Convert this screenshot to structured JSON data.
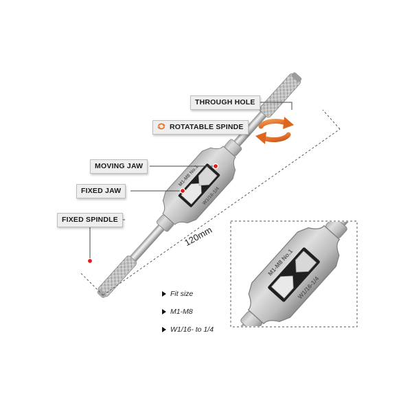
{
  "callouts": {
    "through_hole": "THROUGH HOLE",
    "rotatable_spindle": "ROTATABLE SPINDE",
    "moving_jaw": "MOVING JAW",
    "fixed_jaw": "FIXED JAW",
    "fixed_spindle": "FIXED SPINDLE"
  },
  "dimension": {
    "length": "120mm"
  },
  "specs": {
    "items": [
      "Fit size",
      "M1-M8",
      "W1/16- to 1/4"
    ]
  },
  "body_engraving": {
    "top": "M1-M8 No.1",
    "bottom": "W1/16-1/4"
  },
  "colors": {
    "callout_bg": "#eeeeee",
    "marker": "#e11b1b",
    "rotation_arrow": "#e8742a",
    "chrome": "#c9c9c9"
  },
  "icons": {
    "rotatable": "rotation-arrows-icon",
    "bullet": "triangle-bullet-icon"
  }
}
